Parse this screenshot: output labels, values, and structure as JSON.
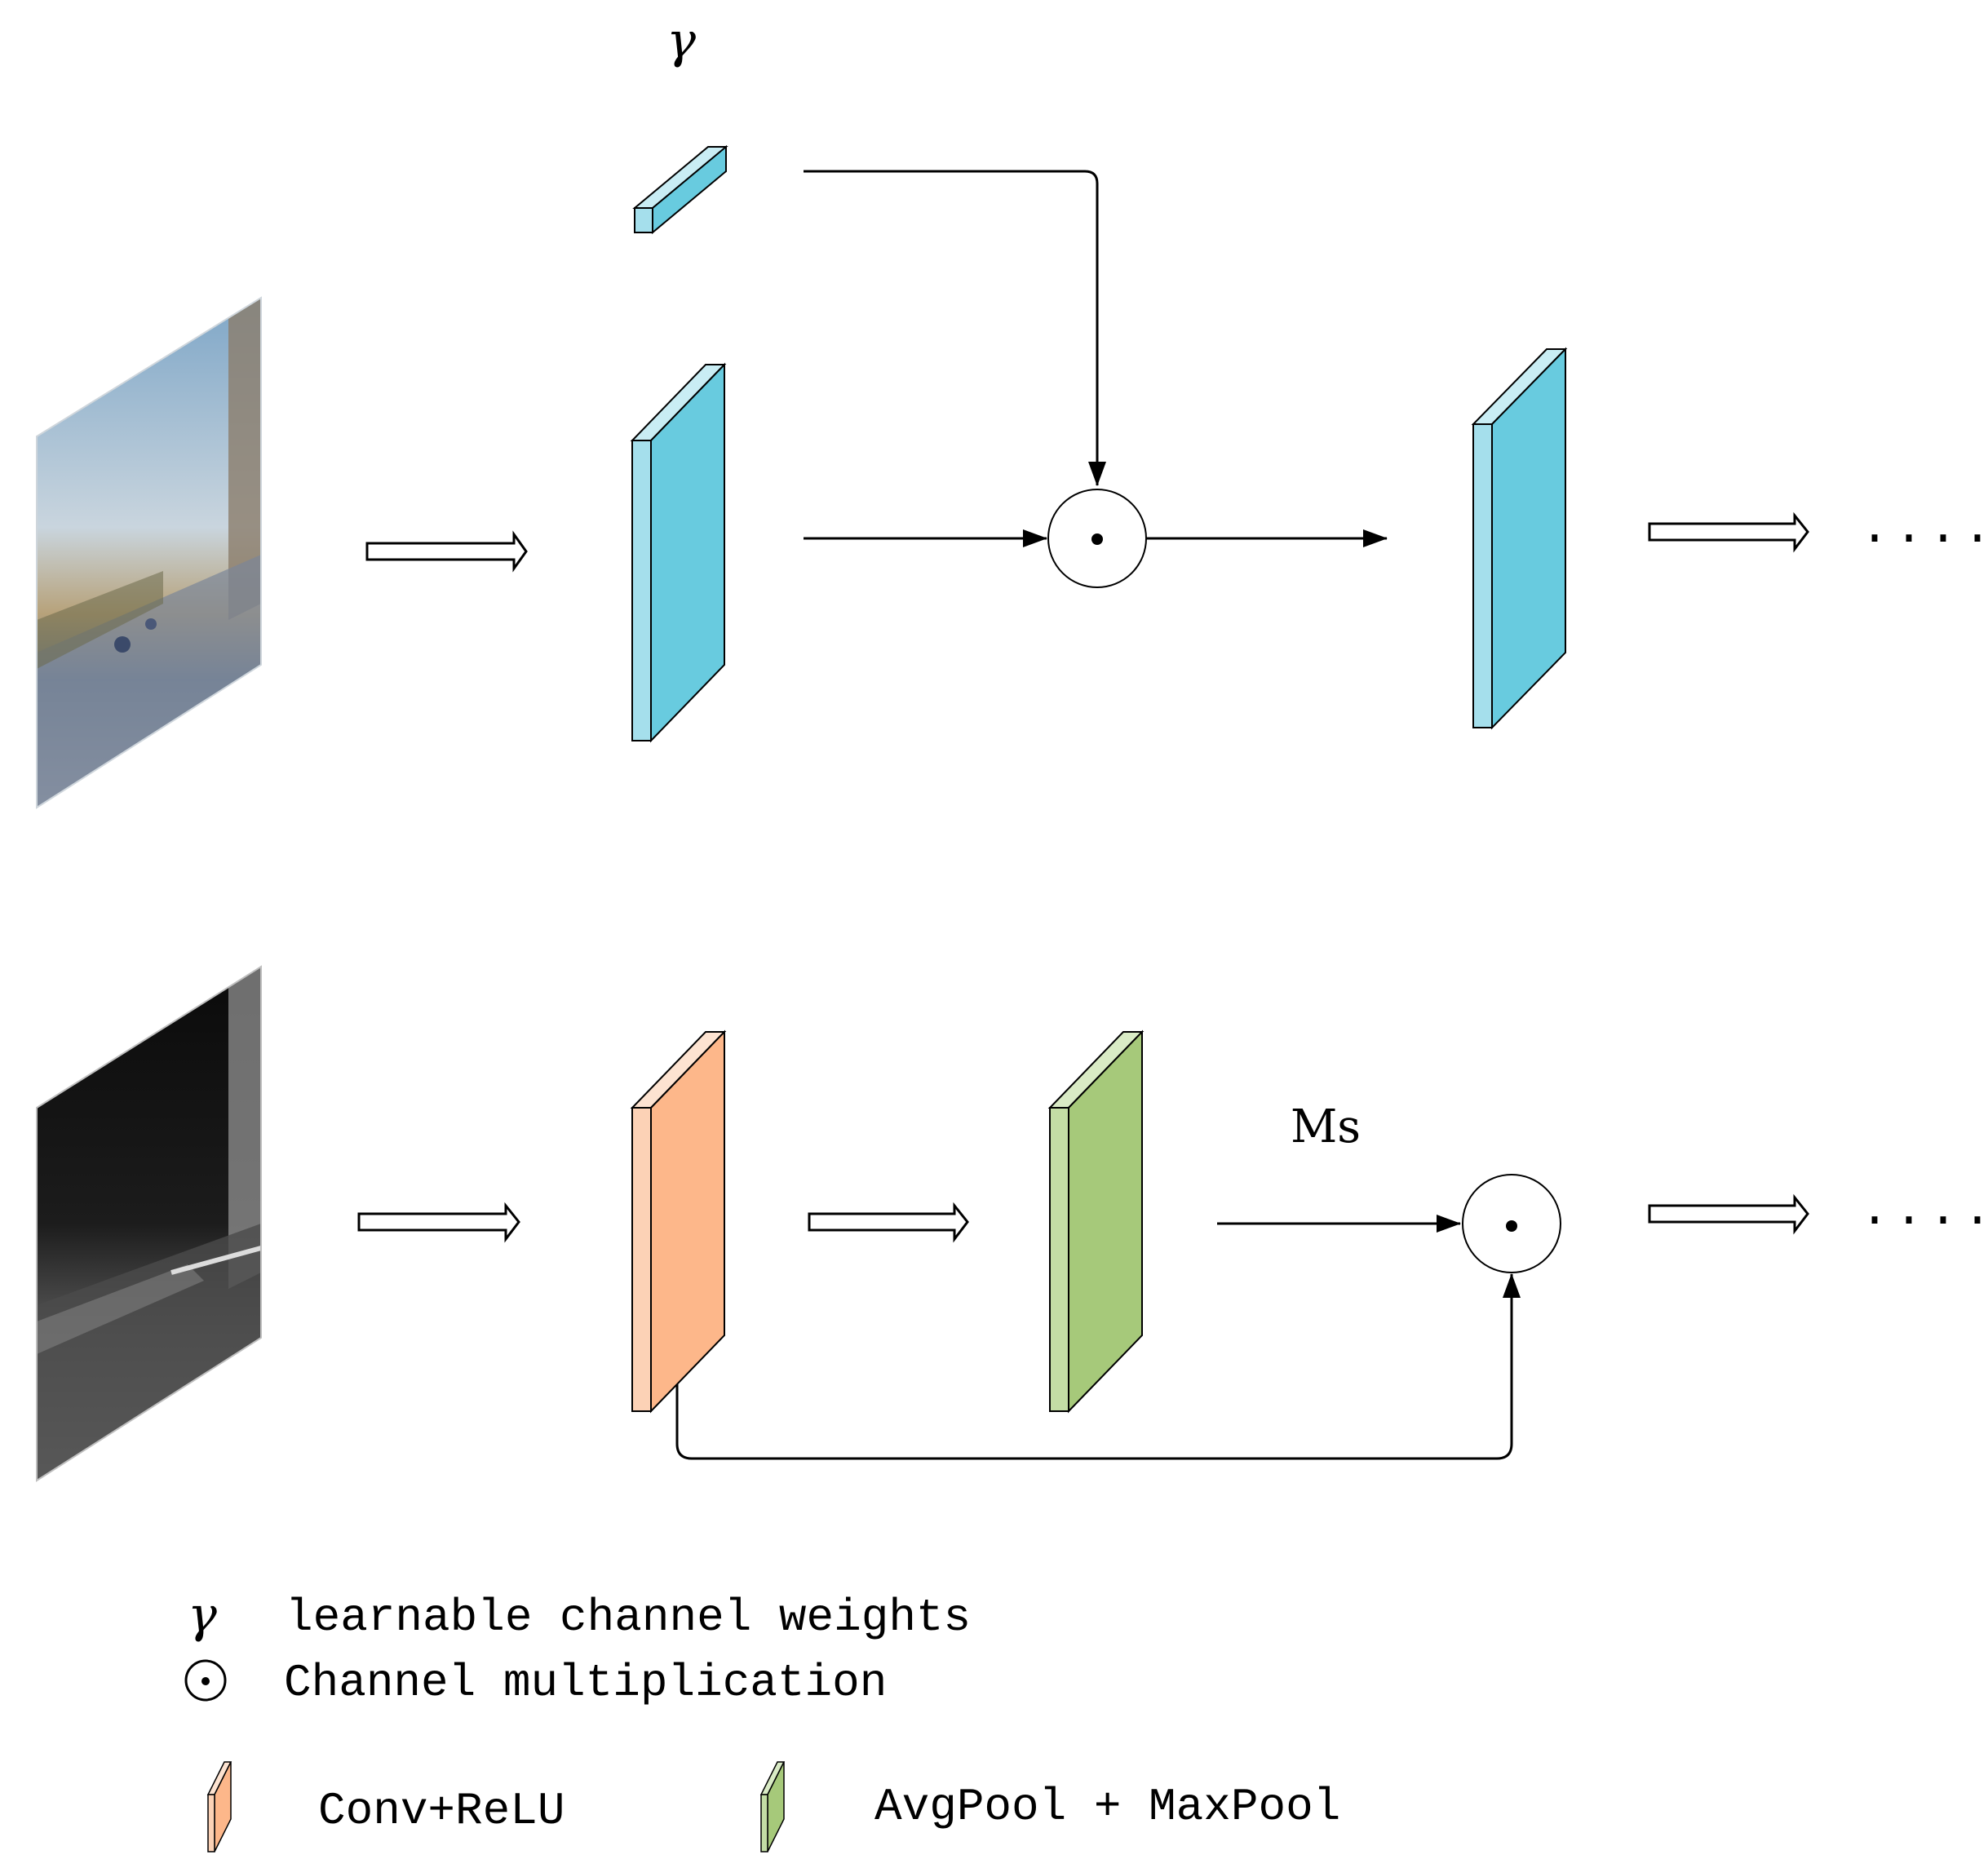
{
  "top_branch": {
    "gamma_symbol": "γ"
  },
  "bottom_branch": {
    "ms_label": "Ms"
  },
  "continuation": "......",
  "legend": {
    "gamma_symbol": "γ",
    "gamma_text": "learnable channel weights",
    "odot_symbol": "⊙",
    "odot_text": "Channel multiplication",
    "conv_text": "Conv+ReLU",
    "pool_text": "AvgPool + MaxPool"
  },
  "colors": {
    "blue_front": "#68CBDF",
    "blue_light": "#C9EDF4",
    "blue_side": "#A5DFEC",
    "orange_front": "#FDB78A",
    "orange_light": "#FDE3D1",
    "orange_side": "#FCD2B6",
    "green_front": "#A6C97A",
    "green_light": "#D9EBC5",
    "green_side": "#C3DDA5"
  }
}
